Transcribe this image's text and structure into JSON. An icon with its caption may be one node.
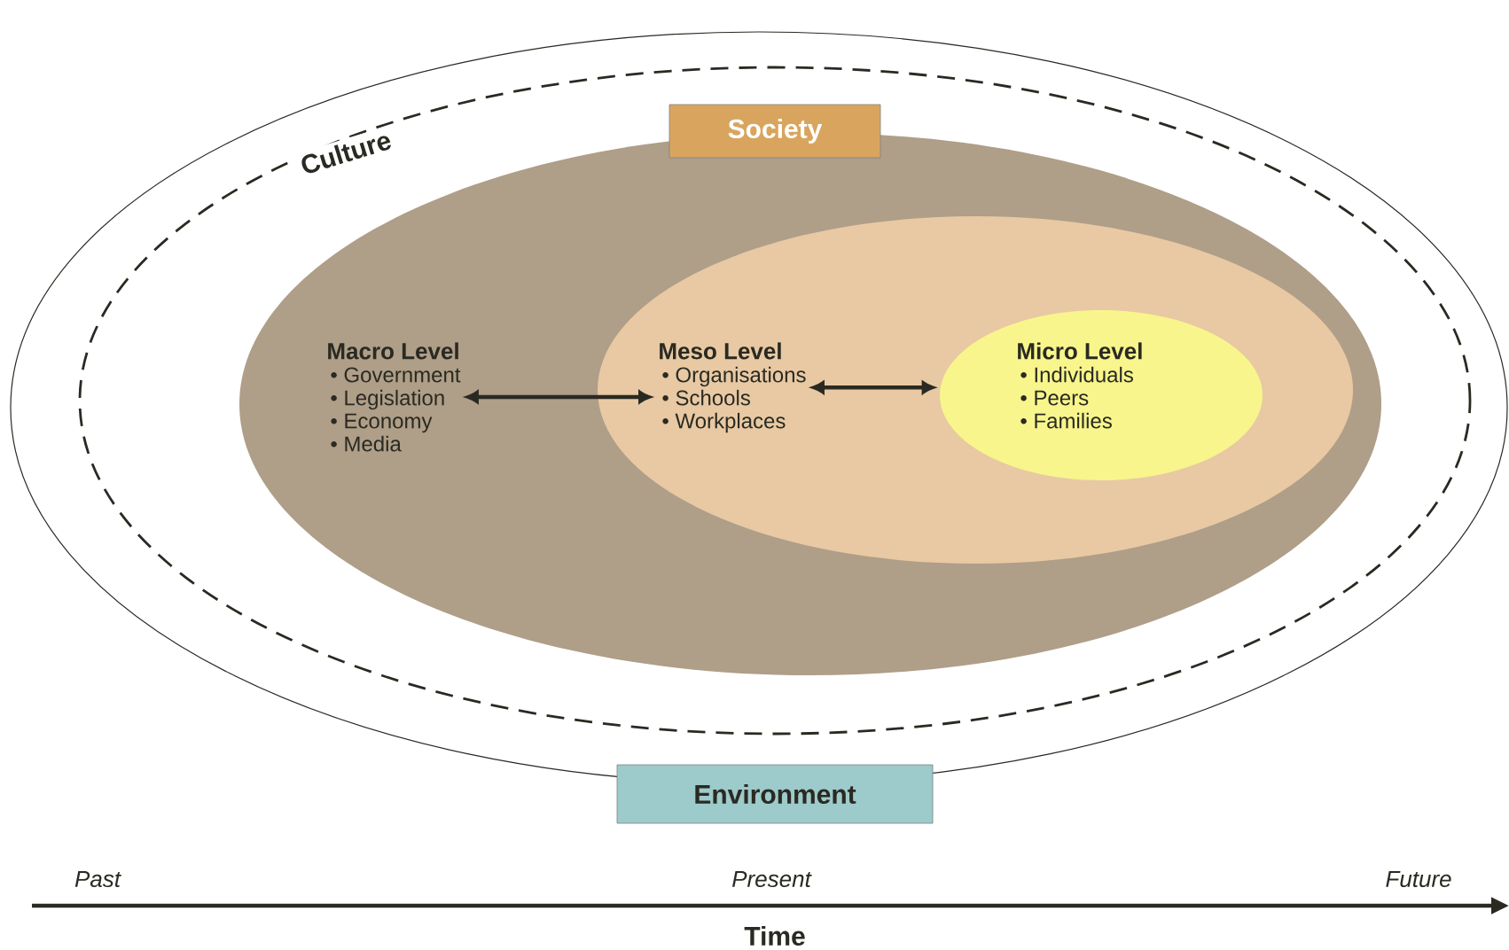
{
  "diagram": {
    "nodes": [
      {
        "text": [
          "Environment"
        ]
      },
      {
        "text": [
          "Culture"
        ],
        "in": 0
      },
      {
        "text": [
          "Society"
        ],
        "in": 1
      },
      {
        "text": [
          "Macro Level",
          "•  Government",
          "•  Legislation",
          "•  Economy",
          "•  Media"
        ],
        "in": 2
      },
      {
        "text": [],
        "shape": "ellipse",
        "in": 2
      },
      {
        "text": [
          "Meso Level",
          "•  Organisations",
          "•  Schools",
          "•  Workplaces"
        ],
        "in": 4
      },
      {
        "text": [
          "Micro Level",
          "•  Individuals",
          "•  Peers",
          "•  Families"
        ],
        "in": 4
      }
    ],
    "edges": [
      {
        "from": 3,
        "to": 5,
        "arrow": "both"
      },
      {
        "from": 5,
        "to": 6,
        "arrow": "both"
      }
    ],
    "labels": [
      "Past",
      "Present",
      "Future",
      "Time"
    ]
  }
}
